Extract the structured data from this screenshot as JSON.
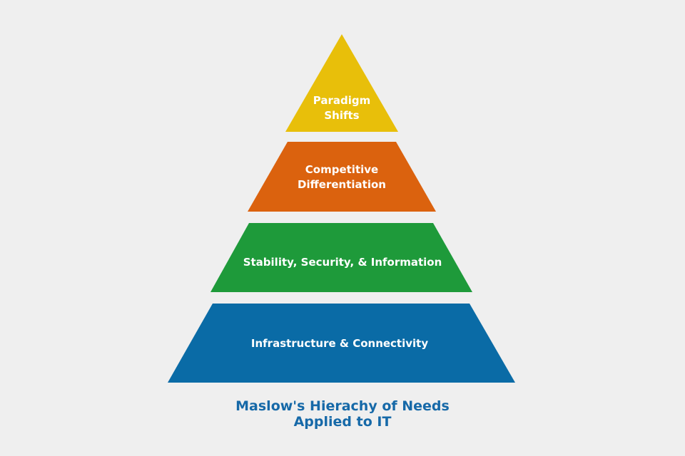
{
  "levels": [
    {
      "label_line1": "Paradigm",
      "label_line2": "Shifts",
      "color": "#e8bf0a"
    },
    {
      "label_line1": "Competitive",
      "label_line2": "Differentiation",
      "color": "#db620e"
    },
    {
      "label_line1": "Stability, Security, & Information",
      "color": "#1e9a3a"
    },
    {
      "label_line1": "Infrastructure & Connectivity",
      "color": "#0a6ba6"
    }
  ],
  "title": {
    "line1": "Maslow's Hierachy of Needs",
    "line2": "Applied to IT"
  }
}
